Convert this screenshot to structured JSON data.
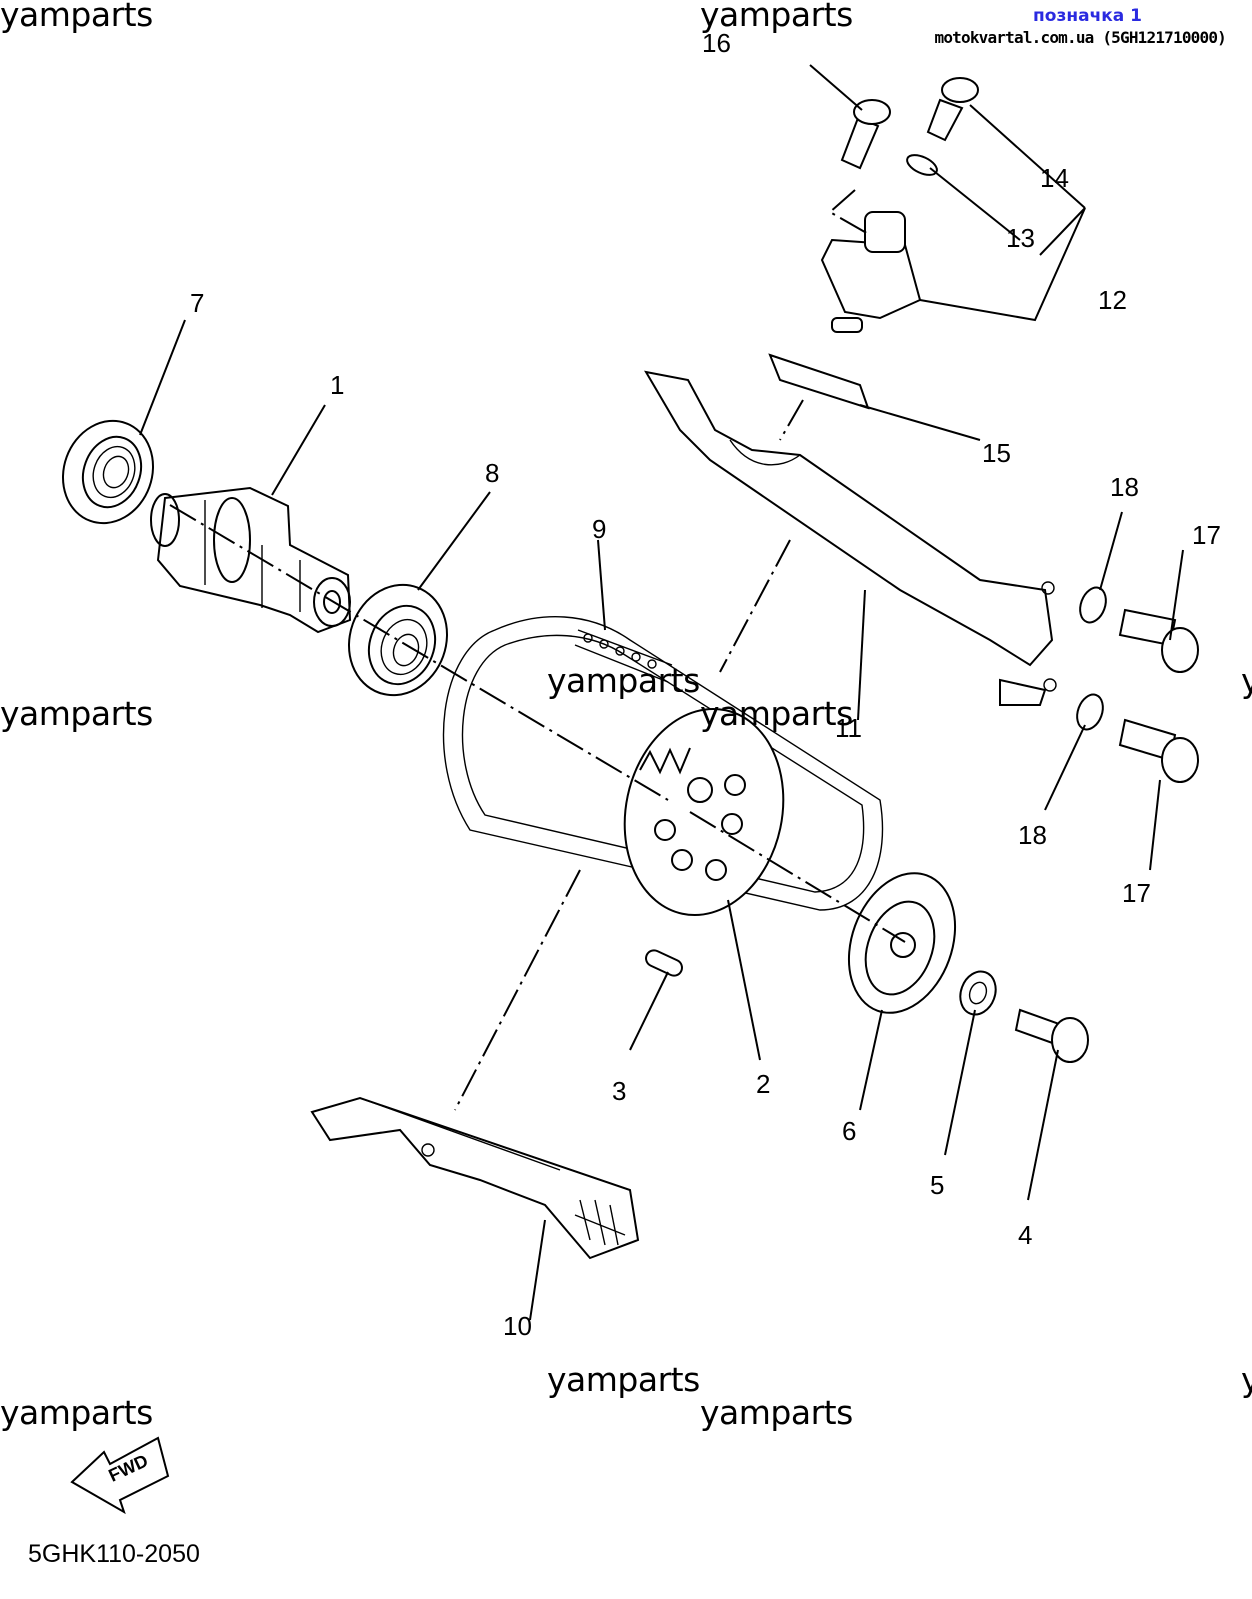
{
  "header": {
    "label": "позначка 1",
    "site": "motokvartal.com.ua (5GH121710000)"
  },
  "watermark": "yamparts",
  "watermark_cut": "y",
  "diagram_code": "5GHK110-2050",
  "fwd_label": "FWD",
  "parts": {
    "p1": "1",
    "p2": "2",
    "p3": "3",
    "p4": "4",
    "p5": "5",
    "p6": "6",
    "p7": "7",
    "p8": "8",
    "p9": "9",
    "p10": "10",
    "p11": "11",
    "p12": "12",
    "p13": "13",
    "p14": "14",
    "p15": "15",
    "p16": "16",
    "p17": "17",
    "p18": "18"
  },
  "icons": {
    "fwd": "fwd-arrow-icon"
  }
}
